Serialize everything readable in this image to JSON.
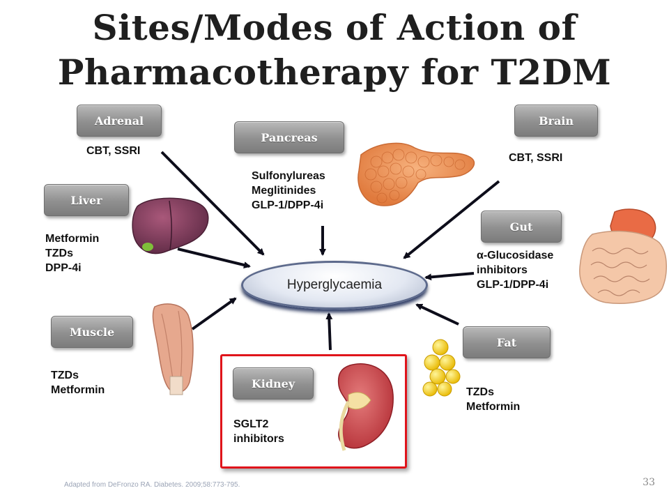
{
  "title": {
    "line1": "Sites/Modes of Action of",
    "line2": "Pharmacotherapy for T2DM"
  },
  "center_label": "Hyperglycaemia",
  "organs": {
    "adrenal": {
      "label": "Adrenal",
      "drugs": [
        "CBT, SSRI"
      ]
    },
    "pancreas": {
      "label": "Pancreas",
      "drugs": [
        "Sulfonylureas",
        "Meglitinides",
        "GLP-1/DPP-4i"
      ]
    },
    "brain": {
      "label": "Brain",
      "drugs": [
        "CBT, SSRI"
      ]
    },
    "liver": {
      "label": "Liver",
      "drugs": [
        "Metformin",
        "TZDs",
        "DPP-4i"
      ]
    },
    "gut": {
      "label": "Gut",
      "drugs": [
        "α-Glucosidase",
        "inhibitors",
        "GLP-1/DPP-4i"
      ]
    },
    "muscle": {
      "label": "Muscle",
      "drugs": [
        "TZDs",
        "Metformin"
      ]
    },
    "fat": {
      "label": "Fat",
      "drugs": [
        "TZDs",
        "Metformin"
      ]
    },
    "kidney": {
      "label": "Kidney",
      "drugs": [
        "SGLT2",
        "inhibitors"
      ]
    }
  },
  "footer": {
    "citation": "Adapted from DeFronzo RA. Diabetes. 2009;58:773-795.",
    "page_number": "33"
  },
  "colors": {
    "highlight_box": "#e0141b",
    "arrow": "#0d0d1a",
    "button_gray": "#8f8f8f"
  }
}
